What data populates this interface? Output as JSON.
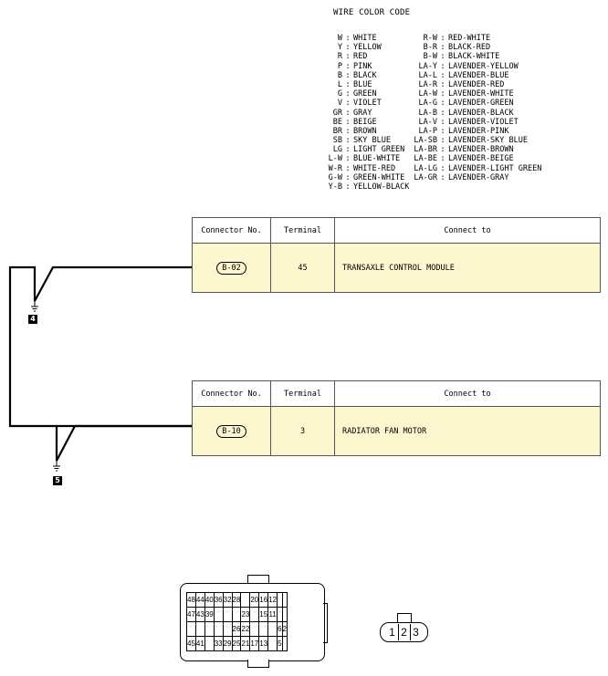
{
  "wire_color_code": {
    "title": "WIRE COLOR CODE",
    "left": [
      {
        "code": "W",
        "name": "WHITE"
      },
      {
        "code": "Y",
        "name": "YELLOW"
      },
      {
        "code": "R",
        "name": "RED"
      },
      {
        "code": "P",
        "name": "PINK"
      },
      {
        "code": "B",
        "name": "BLACK"
      },
      {
        "code": "L",
        "name": "BLUE"
      },
      {
        "code": "G",
        "name": "GREEN"
      },
      {
        "code": "V",
        "name": "VIOLET"
      },
      {
        "code": "GR",
        "name": "GRAY"
      },
      {
        "code": "BE",
        "name": "BEIGE"
      },
      {
        "code": "BR",
        "name": "BROWN"
      },
      {
        "code": "SB",
        "name": "SKY BLUE"
      },
      {
        "code": "LG",
        "name": "LIGHT GREEN"
      },
      {
        "code": "L-W",
        "name": "BLUE-WHITE"
      },
      {
        "code": "W-R",
        "name": "WHITE-RED"
      },
      {
        "code": "G-W",
        "name": "GREEN-WHITE"
      },
      {
        "code": "Y-B",
        "name": "YELLOW-BLACK"
      }
    ],
    "right": [
      {
        "code": "R-W",
        "name": "RED-WHITE"
      },
      {
        "code": "B-R",
        "name": "BLACK-RED"
      },
      {
        "code": "B-W",
        "name": "BLACK-WHITE"
      },
      {
        "code": "LA-Y",
        "name": "LAVENDER-YELLOW"
      },
      {
        "code": "LA-L",
        "name": "LAVENDER-BLUE"
      },
      {
        "code": "LA-R",
        "name": "LAVENDER-RED"
      },
      {
        "code": "LA-W",
        "name": "LAVENDER-WHITE"
      },
      {
        "code": "LA-G",
        "name": "LAVENDER-GREEN"
      },
      {
        "code": "LA-B",
        "name": "LAVENDER-BLACK"
      },
      {
        "code": "LA-V",
        "name": "LAVENDER-VIOLET"
      },
      {
        "code": "LA-P",
        "name": "LAVENDER-PINK"
      },
      {
        "code": "LA-SB",
        "name": "LAVENDER-SKY BLUE"
      },
      {
        "code": "LA-BR",
        "name": "LAVENDER-BROWN"
      },
      {
        "code": "LA-BE",
        "name": "LAVENDER-BEIGE"
      },
      {
        "code": "LA-LG",
        "name": "LAVENDER-LIGHT GREEN"
      },
      {
        "code": "LA-GR",
        "name": "LAVENDER-GRAY"
      }
    ]
  },
  "table_headers": {
    "connector": "Connector No.",
    "terminal": "Terminal",
    "connect_to": "Connect to"
  },
  "connections": [
    {
      "connector": "B-02",
      "terminal": "45",
      "connect_to": "TRANSAXLE CONTROL MODULE",
      "ground": "4"
    },
    {
      "connector": "B-10",
      "terminal": "3",
      "connect_to": "RADIATOR FAN MOTOR",
      "ground": "5"
    }
  ],
  "connector_48pin": {
    "rows": [
      [
        "48",
        "44",
        "40",
        "36",
        "32",
        "28",
        "",
        "20",
        "16",
        "12",
        "",
        ""
      ],
      [
        "47",
        "43",
        "39",
        "",
        "",
        "",
        "23",
        "",
        "15",
        "11",
        "",
        ""
      ],
      [
        "",
        "",
        "",
        "",
        "",
        "26",
        "22",
        "",
        "",
        "",
        "6",
        "2"
      ],
      [
        "45",
        "41",
        "",
        "33",
        "29",
        "25",
        "21",
        "17",
        "13",
        "",
        "5",
        ""
      ]
    ]
  },
  "connector_3pin": {
    "pins": [
      "1",
      "2",
      "3"
    ]
  },
  "colors": {
    "row_fill": "#fdf7cf",
    "line": "#000000"
  }
}
